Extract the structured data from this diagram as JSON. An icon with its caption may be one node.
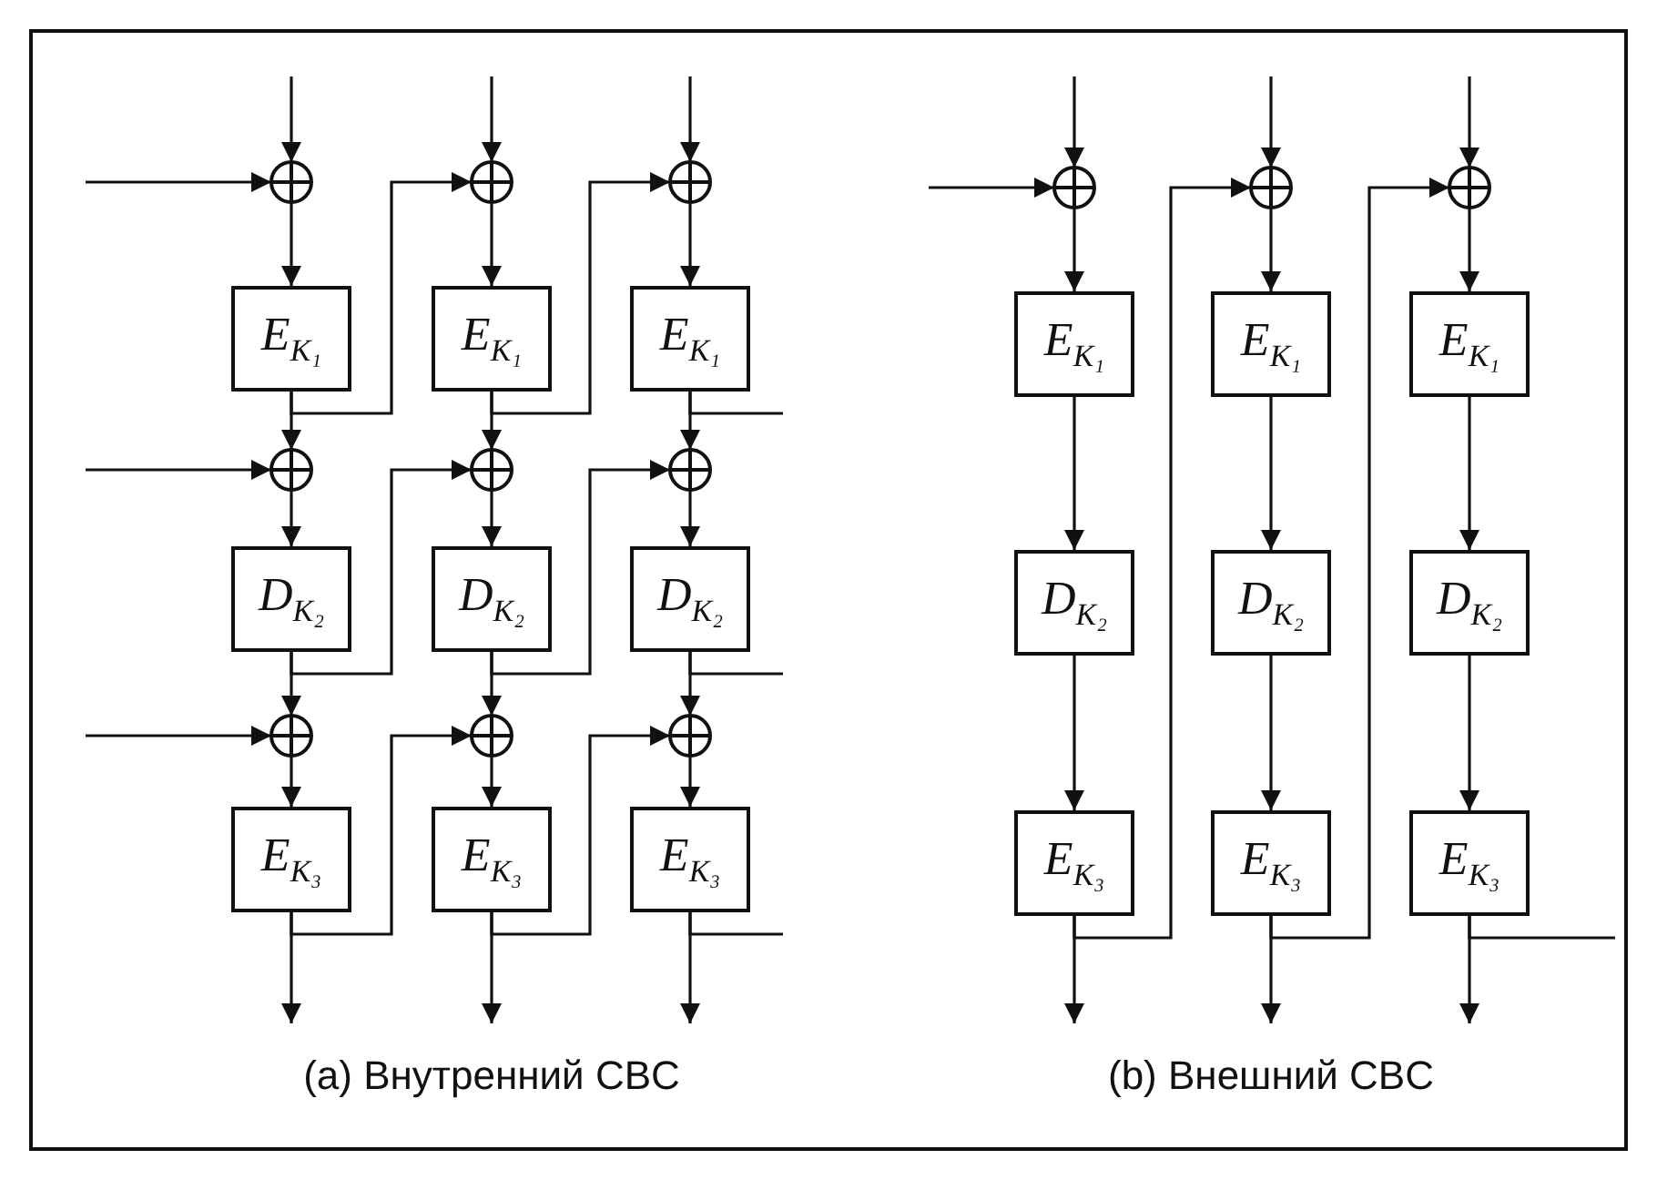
{
  "diagram": {
    "nodes": [
      {
        "text": [],
        "shape": "circle"
      },
      {
        "text": [
          "E$_{K₁}$"
        ]
      },
      {
        "text": [],
        "shape": "circle"
      },
      {
        "text": [
          "D$_{K₂}$"
        ]
      },
      {
        "text": [],
        "shape": "circle"
      },
      {
        "text": [
          "E$_{K₃}$"
        ]
      },
      {
        "text": [],
        "shape": "circle"
      },
      {
        "text": [
          "E$_{K₁}$"
        ]
      },
      {
        "text": [],
        "shape": "circle"
      },
      {
        "text": [
          "D$_{K₂}$"
        ]
      },
      {
        "text": [],
        "shape": "circle"
      },
      {
        "text": [
          "E$_{K₃}$"
        ]
      },
      {
        "text": [],
        "shape": "circle"
      },
      {
        "text": [
          "E$_{K₁}$"
        ]
      },
      {
        "text": [],
        "shape": "circle"
      },
      {
        "text": [
          "D$_{K₂}$"
        ]
      },
      {
        "text": [],
        "shape": "circle"
      },
      {
        "text": [
          "E$_{K₃}$"
        ]
      },
      {
        "text": [],
        "shape": "circle"
      },
      {
        "text": [
          "E$_{K₁}$"
        ]
      },
      {
        "text": [
          "D$_{K₂}$"
        ]
      },
      {
        "text": [
          "E$_{K₃}$"
        ]
      },
      {
        "text": [],
        "shape": "circle"
      },
      {
        "text": [
          "E$_{K₁}$"
        ]
      },
      {
        "text": [
          "D$_{K₂}$"
        ]
      },
      {
        "text": [
          "E$_{K₃}$"
        ]
      },
      {
        "text": [],
        "shape": "circle"
      },
      {
        "text": [
          "E$_{K₁}$"
        ]
      },
      {
        "text": [
          "D$_{K₂}$"
        ]
      },
      {
        "text": [
          "E$_{K₃}$"
        ]
      }
    ],
    "edges": [
      {
        "from": null,
        "to": 0,
        "arrow": "to"
      },
      {
        "from": null,
        "to": 0,
        "arrow": "to"
      },
      {
        "from": 0,
        "to": 1,
        "arrow": "to"
      },
      {
        "from": 1,
        "to": 2,
        "arrow": "to"
      },
      {
        "from": 1,
        "to": 6,
        "arrow": "to"
      },
      {
        "from": null,
        "to": 2,
        "arrow": "to"
      },
      {
        "from": 2,
        "to": 3,
        "arrow": "to"
      },
      {
        "from": 3,
        "to": 4,
        "arrow": "to"
      },
      {
        "from": 3,
        "to": 8,
        "arrow": "to"
      },
      {
        "from": null,
        "to": 4,
        "arrow": "to"
      },
      {
        "from": 4,
        "to": 5,
        "arrow": "to"
      },
      {
        "from": 5,
        "to": null,
        "arrow": "to"
      },
      {
        "from": 5,
        "to": 10,
        "arrow": "to"
      },
      {
        "from": null,
        "to": 6,
        "arrow": "to"
      },
      {
        "from": 6,
        "to": 7,
        "arrow": "to"
      },
      {
        "from": 7,
        "to": 8,
        "arrow": "to"
      },
      {
        "from": 7,
        "to": 12,
        "arrow": "to"
      },
      {
        "from": 8,
        "to": 9,
        "arrow": "to"
      },
      {
        "from": 9,
        "to": 10,
        "arrow": "to"
      },
      {
        "from": 9,
        "to": 14,
        "arrow": "to"
      },
      {
        "from": 10,
        "to": 11,
        "arrow": "to"
      },
      {
        "from": 11,
        "to": null,
        "arrow": "to"
      },
      {
        "from": 11,
        "to": 16,
        "arrow": "to"
      },
      {
        "from": null,
        "to": 12,
        "arrow": "to"
      },
      {
        "from": 12,
        "to": 13,
        "arrow": "to"
      },
      {
        "from": 13,
        "to": 14,
        "arrow": "to"
      },
      {
        "from": 13,
        "to": null,
        "arrow": "none"
      },
      {
        "from": 14,
        "to": 15,
        "arrow": "to"
      },
      {
        "from": 15,
        "to": 16,
        "arrow": "to"
      },
      {
        "from": 15,
        "to": null,
        "arrow": "none"
      },
      {
        "from": 16,
        "to": 17,
        "arrow": "to"
      },
      {
        "from": 17,
        "to": null,
        "arrow": "to"
      },
      {
        "from": 17,
        "to": null,
        "arrow": "none"
      },
      {
        "from": null,
        "to": 18,
        "arrow": "to"
      },
      {
        "from": null,
        "to": 18,
        "arrow": "to"
      },
      {
        "from": 18,
        "to": 19,
        "arrow": "to"
      },
      {
        "from": 19,
        "to": 20,
        "arrow": "to"
      },
      {
        "from": 20,
        "to": 21,
        "arrow": "to"
      },
      {
        "from": 21,
        "to": null,
        "arrow": "to"
      },
      {
        "from": 21,
        "to": 22,
        "arrow": "to"
      },
      {
        "from": null,
        "to": 22,
        "arrow": "to"
      },
      {
        "from": 22,
        "to": 23,
        "arrow": "to"
      },
      {
        "from": 23,
        "to": 24,
        "arrow": "to"
      },
      {
        "from": 24,
        "to": 25,
        "arrow": "to"
      },
      {
        "from": 25,
        "to": null,
        "arrow": "to"
      },
      {
        "from": 25,
        "to": 26,
        "arrow": "to"
      },
      {
        "from": null,
        "to": 26,
        "arrow": "to"
      },
      {
        "from": 26,
        "to": 27,
        "arrow": "to"
      },
      {
        "from": 27,
        "to": 28,
        "arrow": "to"
      },
      {
        "from": 28,
        "to": 29,
        "arrow": "to"
      },
      {
        "from": 29,
        "to": null,
        "arrow": "to"
      },
      {
        "from": 29,
        "to": null,
        "arrow": "none"
      }
    ],
    "labels": [
      "(a) Внутренний CBC",
      "(b) Внешний CBC"
    ]
  }
}
